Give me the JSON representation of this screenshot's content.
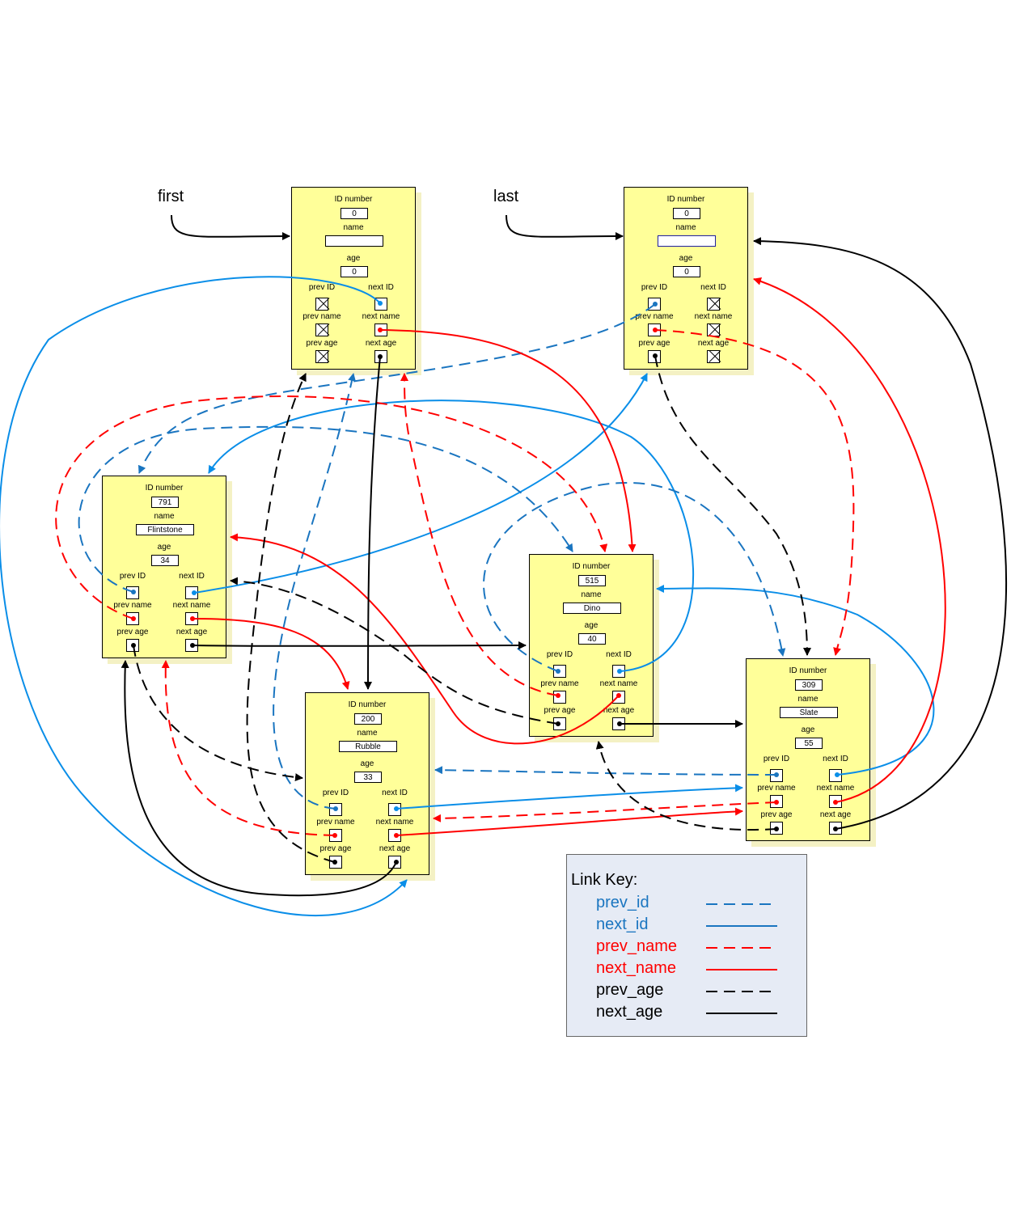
{
  "pointers": {
    "first": "first",
    "last": "last"
  },
  "labels": {
    "id": "ID number",
    "name": "name",
    "age": "age",
    "prev_id": "prev ID",
    "next_id": "next ID",
    "prev_name": "prev name",
    "next_name": "next name",
    "prev_age": "prev age",
    "next_age": "next age"
  },
  "nodes": [
    {
      "key": "head",
      "id": "0",
      "name": "",
      "age": "0"
    },
    {
      "key": "tail",
      "id": "0",
      "name": "",
      "age": "0"
    },
    {
      "key": "flintstone",
      "id": "791",
      "name": "Flintstone",
      "age": "34"
    },
    {
      "key": "dino",
      "id": "515",
      "name": "Dino",
      "age": "40"
    },
    {
      "key": "rubble",
      "id": "200",
      "name": "Rubble",
      "age": "33"
    },
    {
      "key": "slate",
      "id": "309",
      "name": "Slate",
      "age": "55"
    }
  ],
  "legend": {
    "title": "Link Key:",
    "items": [
      {
        "label": "prev_id",
        "color": "#1a75c0",
        "dashed": true
      },
      {
        "label": "next_id",
        "color": "#1a75c0",
        "dashed": false
      },
      {
        "label": "prev_name",
        "color": "#ff0000",
        "dashed": true
      },
      {
        "label": "next_name",
        "color": "#ff0000",
        "dashed": false
      },
      {
        "label": "prev_age",
        "color": "#000000",
        "dashed": true
      },
      {
        "label": "next_age",
        "color": "#000000",
        "dashed": false
      }
    ]
  },
  "colors": {
    "blue": "#1a75c0",
    "bright_blue": "#0a8ee8",
    "red": "#ff0000",
    "black": "#000000",
    "node_fill": "#ffff99",
    "legend_fill": "#e6ebf5"
  }
}
